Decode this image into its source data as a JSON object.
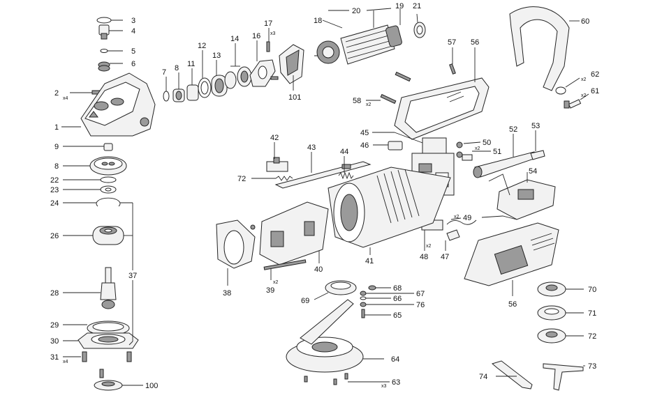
{
  "labels": {
    "l1": "1",
    "l2": "2",
    "l3": "3",
    "l4": "4",
    "l5": "5",
    "l6": "6",
    "l7": "7",
    "l8a": "8",
    "l8b": "8",
    "l9": "9",
    "l11": "11",
    "l12": "12",
    "l13": "13",
    "l14": "14",
    "l16": "16",
    "l17": "17",
    "l18": "18",
    "l19": "19",
    "l20": "20",
    "l21": "21",
    "l22": "22",
    "l23": "23",
    "l24": "24",
    "l26": "26",
    "l28": "28",
    "l29": "29",
    "l30": "30",
    "l31": "31",
    "l37": "37",
    "l38": "38",
    "l39": "39",
    "l40": "40",
    "l41": "41",
    "l42": "42",
    "l43": "43",
    "l44": "44",
    "l45": "45",
    "l46": "46",
    "l47": "47",
    "l48": "48",
    "l49": "49",
    "l50": "50",
    "l51": "51",
    "l52": "52",
    "l53": "53",
    "l54": "54",
    "l56a": "56",
    "l56b": "56",
    "l57": "57",
    "l58": "58",
    "l60": "60",
    "l61": "61",
    "l62": "62",
    "l63": "63",
    "l64": "64",
    "l65": "65",
    "l66": "66",
    "l67": "67",
    "l68": "68",
    "l69": "69",
    "l70": "70",
    "l71": "71",
    "l72a": "72",
    "l72b": "72",
    "l73": "73",
    "l74": "74",
    "l76": "76",
    "l100": "100",
    "l101": "101"
  },
  "qty": {
    "q2": "x4",
    "q17": "x3",
    "q31": "x4",
    "q39": "x2",
    "q48": "x2",
    "q49": "x2",
    "q50": "x2",
    "q58": "x2",
    "q61": "x2",
    "q62": "x2",
    "q63": "x3"
  }
}
